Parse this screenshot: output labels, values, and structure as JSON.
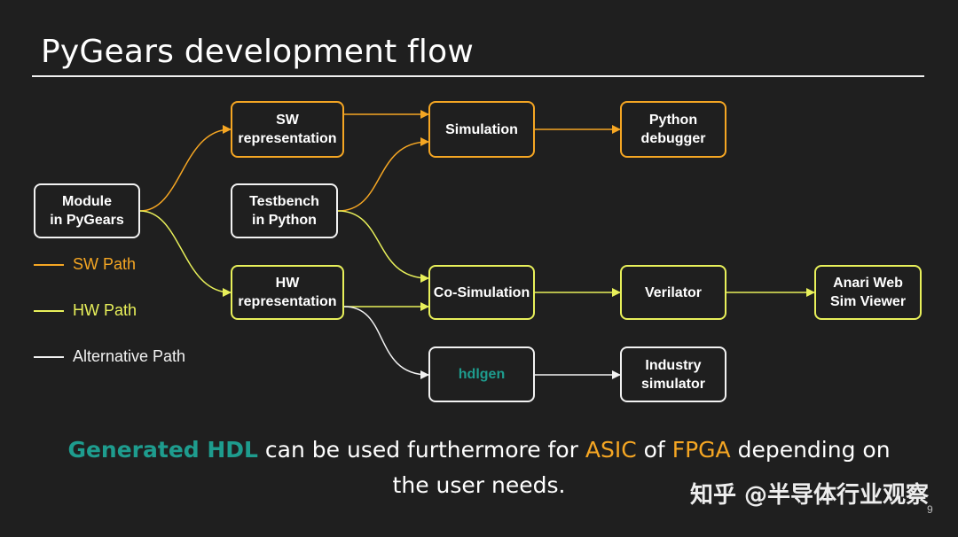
{
  "slide": {
    "title": "PyGears development flow",
    "page_number": "9",
    "watermark": "知乎 @半导体行业观察"
  },
  "nodes": {
    "module": "Module\nin PyGears",
    "sw_repr": "SW\nrepresentation",
    "testbench": "Testbench\nin Python",
    "hw_repr": "HW\nrepresentation",
    "simulation": "Simulation",
    "co_simulation": "Co-Simulation",
    "hdlgen": "hdlgen",
    "python_debugger": "Python\ndebugger",
    "verilator": "Verilator",
    "industry_sim": "Industry\nsimulator",
    "anari": "Anari Web\nSim Viewer"
  },
  "legend": {
    "sw_path": "SW Path",
    "hw_path": "HW Path",
    "alt_path": "Alternative Path"
  },
  "colors": {
    "sw": "#f5a623",
    "hw": "#e8f05a",
    "alt": "#f2f2f2",
    "accent_teal": "#1e9c8e"
  },
  "footer": {
    "generated_hdl": "Generated HDL",
    "text1": " can be used furthermore for ",
    "asic": "ASIC",
    "text2": " of ",
    "fpga": "FPGA",
    "text3": " depending on the user needs."
  }
}
